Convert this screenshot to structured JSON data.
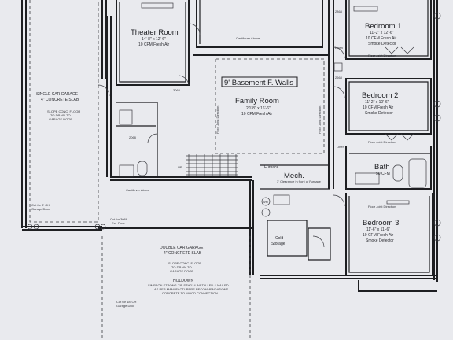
{
  "rooms": {
    "theater": {
      "name": "Theater Room",
      "size": "14'-8\" x 12'-6\"",
      "note": "10 CFM Fresh Air"
    },
    "family": {
      "name": "Family Room",
      "size": "20'-8\" x 16'-6\"",
      "note": "10 CFM Fresh Air"
    },
    "bedroom1": {
      "name": "Bedroom 1",
      "size": "11'-2\" x 12'-6\"",
      "note": "10 CFM Fresh Air",
      "note2": "Smoke Detector"
    },
    "bedroom2": {
      "name": "Bedroom 2",
      "size": "11'-2\" x 10'-6\"",
      "note": "10 CFM Fresh Air",
      "note2": "Smoke Detector"
    },
    "bedroom3": {
      "name": "Bedroom 3",
      "size": "11'-6\" x 11'-6\"",
      "note": "10 CFM Fresh Air",
      "note2": "Smoke Detector"
    },
    "bath": {
      "name": "Bath",
      "note": "50 CFM"
    },
    "mech": {
      "name": "Mech."
    },
    "cold": {
      "name": "Cold",
      "name2": "Storage"
    },
    "linen": {
      "name": "Linen"
    }
  },
  "banner": "9' Basement F. Walls",
  "single_garage": {
    "title": "SINGLE CAR GARAGE",
    "slab": "4\" CONCRETE SLAB",
    "slope1": "SLOPE CONC. FLOOR",
    "slope2": "TO DRAIN TO",
    "slope3": "GARAGE DOOR",
    "cut": "Cut for 8' OH",
    "cut2": "Garage Door"
  },
  "double_garage": {
    "title": "DOUBLE CAR GARAGE",
    "slab": "4\" CONCRETE SLAB",
    "slope1": "SLOPE CONC. FLOOR",
    "slope2": "TO DRAIN TO",
    "slope3": "GARAGE DOOR",
    "holddown": "HOLDOWN",
    "hd1": "SIMPSON STRONG-TIE STHD14 INSTALLED & NAILED",
    "hd2": "AS PER MANUFACTURERS RECOMMENDATIONS",
    "hd3": "CONCRETE TO WOOD CONNECTION",
    "cut": "Cut for 18' OH",
    "cut2": "Garage Door",
    "cut_std": "Cut for 3068",
    "cut_std2": "Ext. Door"
  },
  "annotations": {
    "floor_joist": "Floor Joist Direction",
    "cantilever": "Cantilever Above",
    "furnace": "Furnace",
    "door_3068": "3068",
    "door_2068": "2068",
    "door_2868": "2868",
    "door_2668": "2668",
    "wh": "WH",
    "up": "UP",
    "mech_note": "3' Clearance in front of Furnace"
  },
  "colors": {
    "line": "#1e1f22",
    "paper": "#e9eaee"
  }
}
